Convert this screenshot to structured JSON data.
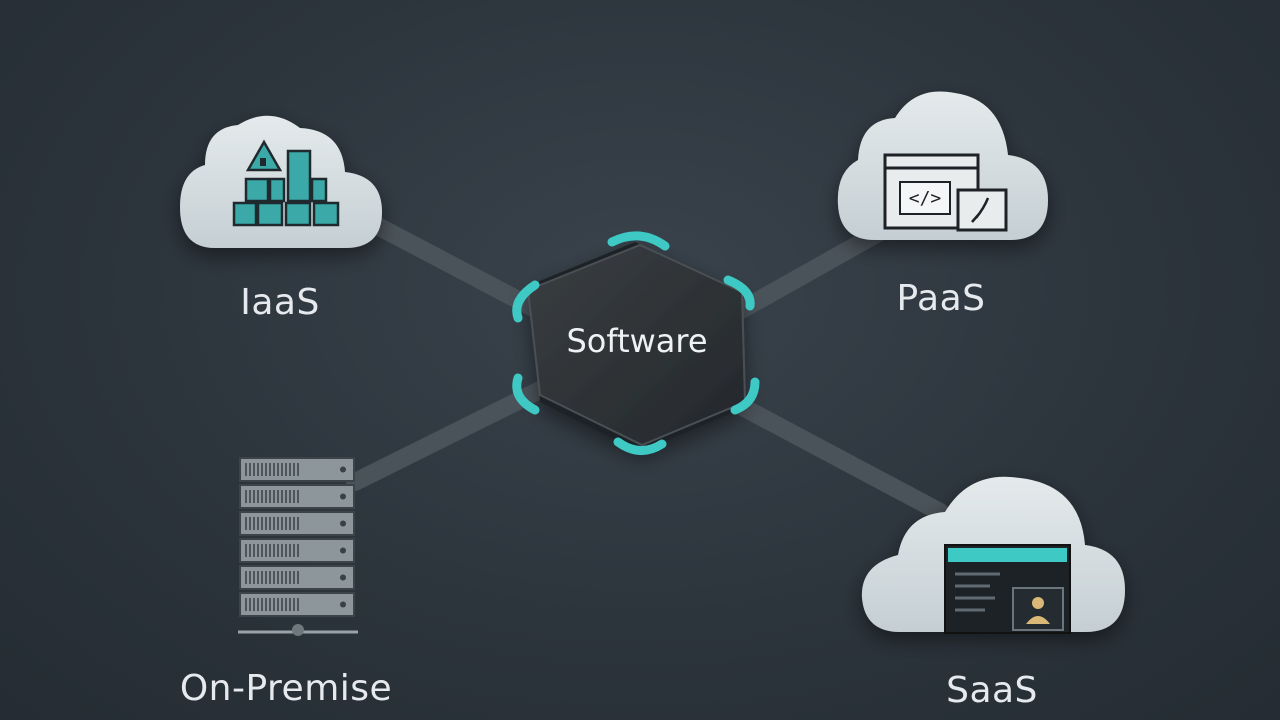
{
  "hub": {
    "label": "Software"
  },
  "nodes": {
    "iaas": {
      "label": "IaaS"
    },
    "paas": {
      "label": "PaaS"
    },
    "saas": {
      "label": "SaaS"
    },
    "onprem": {
      "label": "On-Premise"
    }
  },
  "colors": {
    "background": "#2c343c",
    "accent": "#3ec9c4",
    "cloud": "#d9e0e3",
    "connector": "#4a525a",
    "hub": "#2f3337"
  },
  "icons": {
    "iaas": "infrastructure-blocks-icon",
    "paas": "code-window-icon",
    "saas": "app-profile-window-icon",
    "onprem": "server-rack-icon"
  }
}
